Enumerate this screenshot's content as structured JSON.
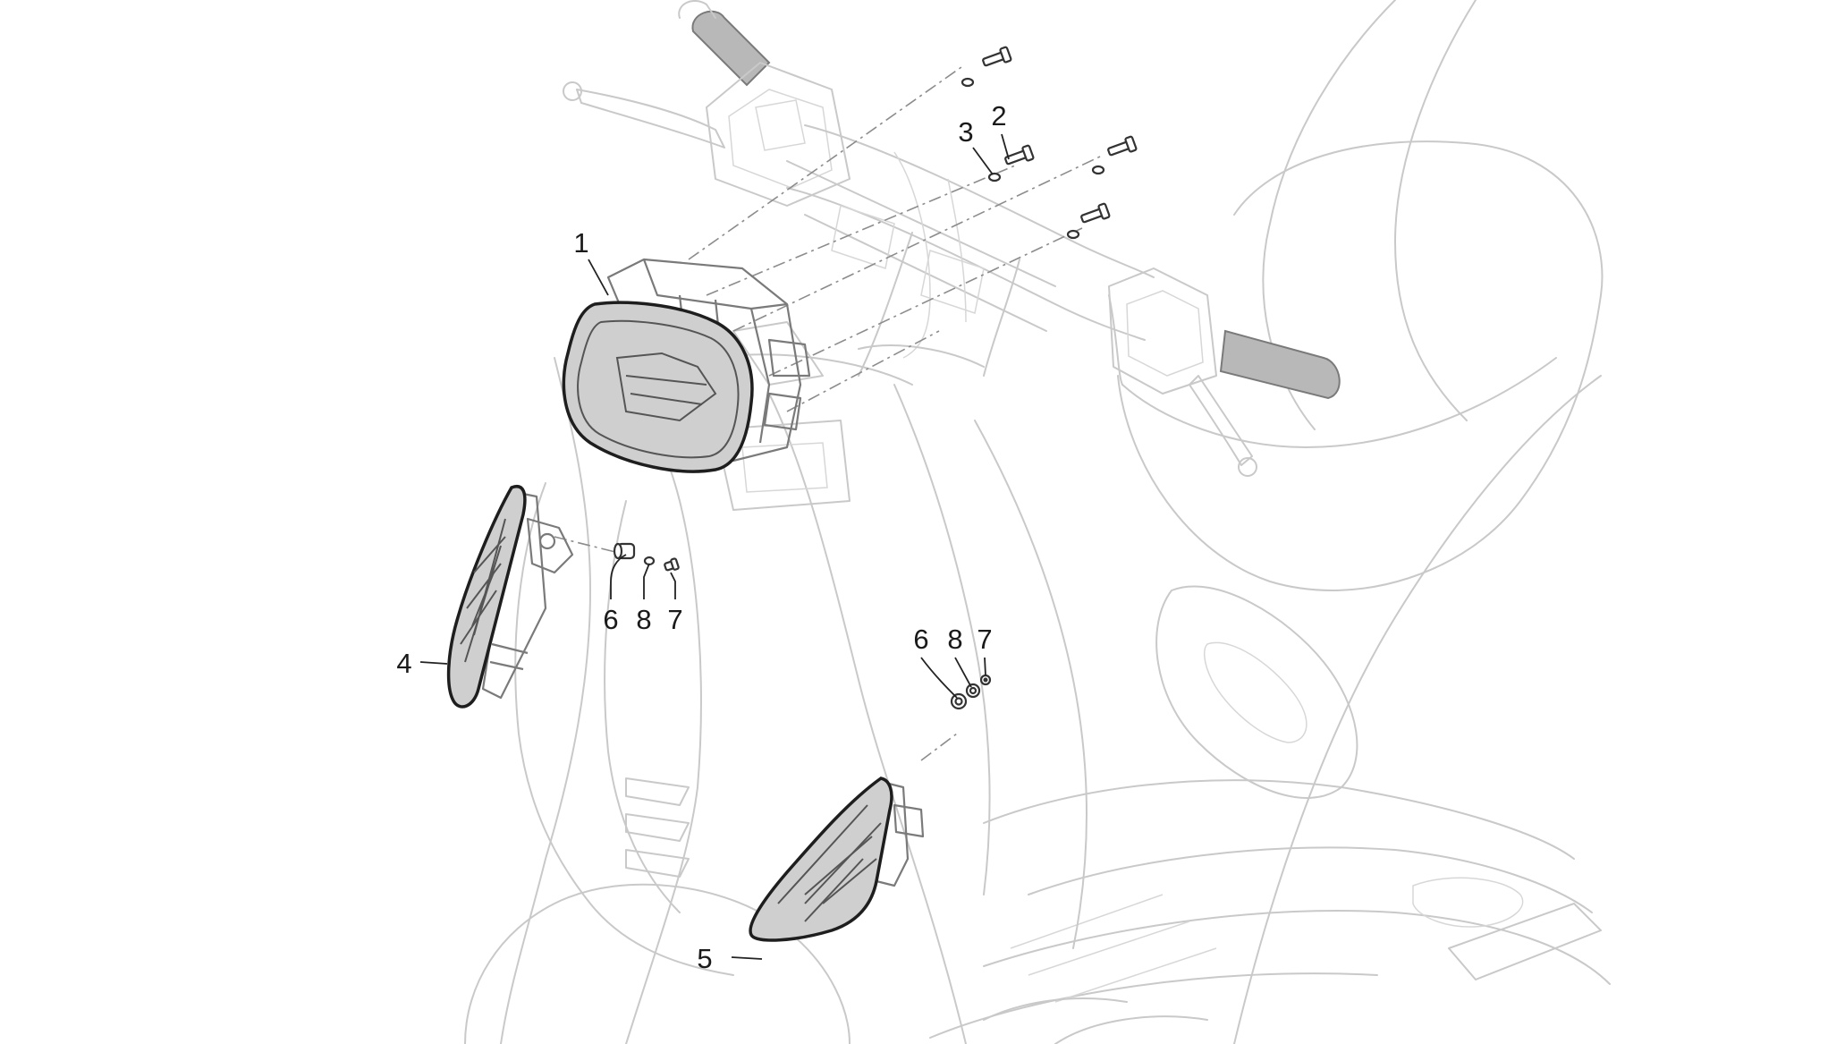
{
  "diagram": {
    "callouts": [
      {
        "id": "c1",
        "text": "1"
      },
      {
        "id": "c2",
        "text": "2"
      },
      {
        "id": "c3",
        "text": "3"
      },
      {
        "id": "c4",
        "text": "4"
      },
      {
        "id": "c5",
        "text": "5"
      },
      {
        "id": "c6a",
        "text": "6"
      },
      {
        "id": "c8a",
        "text": "8"
      },
      {
        "id": "c7a",
        "text": "7"
      },
      {
        "id": "c6b",
        "text": "6"
      },
      {
        "id": "c8b",
        "text": "8"
      },
      {
        "id": "c7b",
        "text": "7"
      }
    ]
  }
}
